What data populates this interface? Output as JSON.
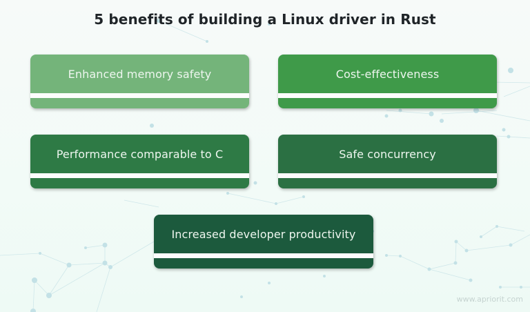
{
  "title": "5 benefits of building a Linux driver in Rust",
  "benefits": [
    {
      "label": "Enhanced memory safety",
      "color": "#74b47a"
    },
    {
      "label": "Cost-effectiveness",
      "color": "#3f9a49"
    },
    {
      "label": "Performance comparable to C",
      "color": "#2e7a45"
    },
    {
      "label": "Safe concurrency",
      "color": "#2b7043"
    },
    {
      "label": "Increased developer productivity",
      "color": "#1c5a3d"
    }
  ],
  "watermark": "www.apriorit.com",
  "colors": {
    "background": "#f3fbf8",
    "title": "#1f2428",
    "stripe": "#fdfdfd",
    "network": "#bfe0e4"
  }
}
